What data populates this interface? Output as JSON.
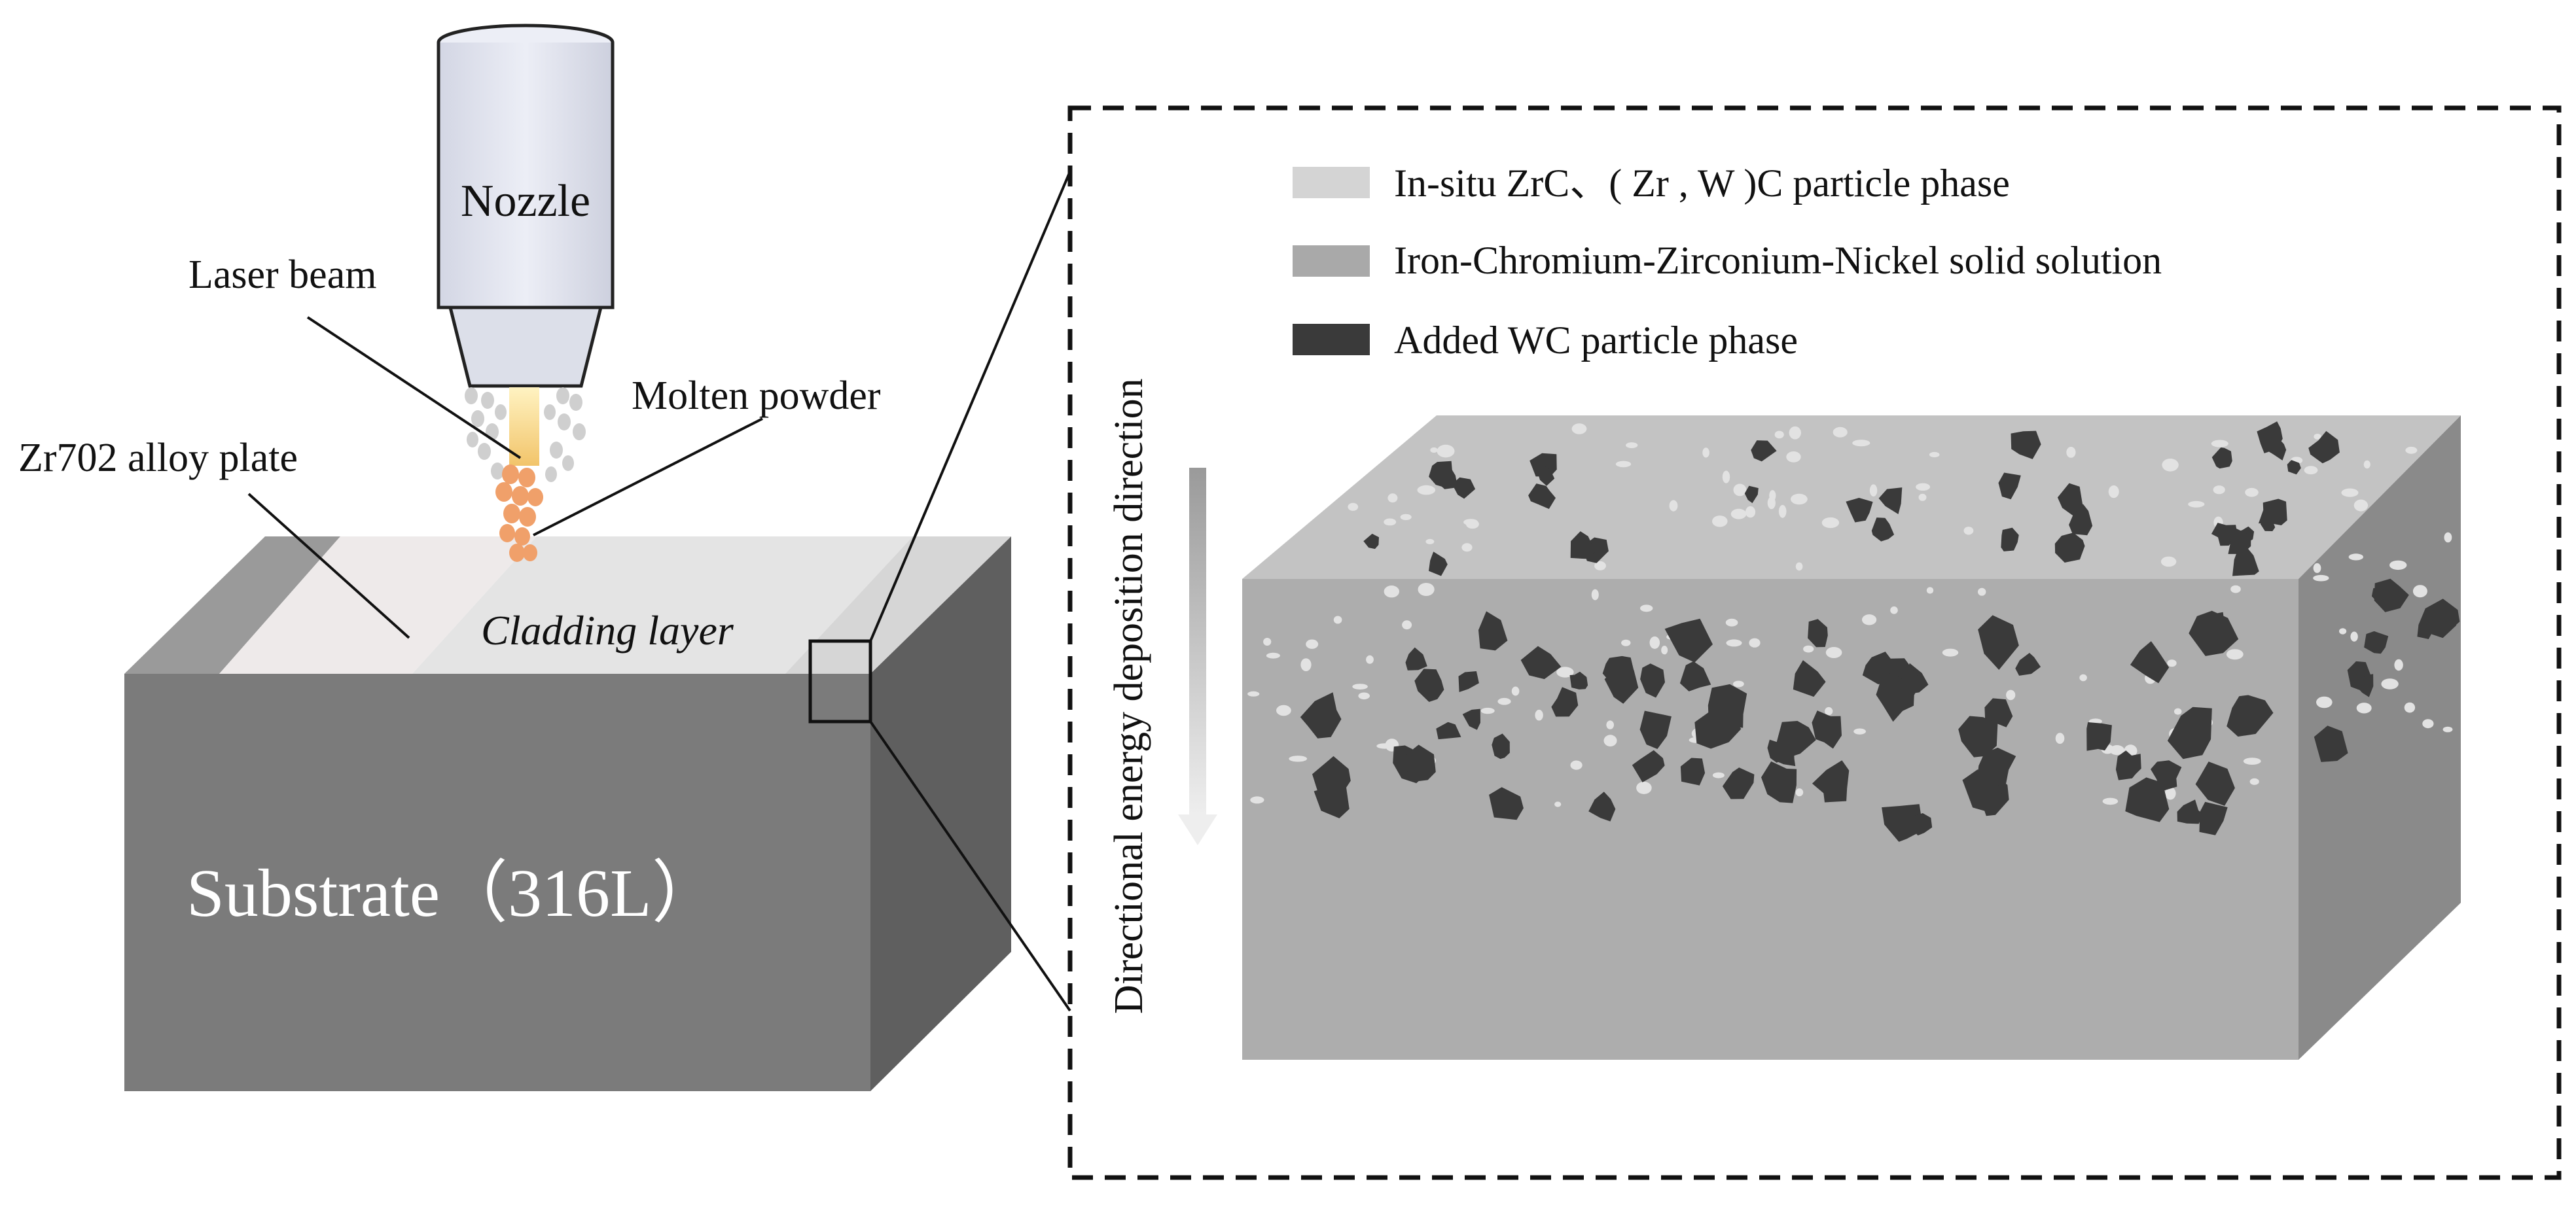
{
  "labels": {
    "nozzle": "Nozzle",
    "laser_beam": "Laser beam",
    "molten_powder": "Molten powder",
    "alloy_plate": "Zr702 alloy plate",
    "cladding_layer": "Cladding layer",
    "substrate": "Substrate（316L）",
    "direction": "Directional energy deposition direction"
  },
  "legend": [
    {
      "label": "In-situ ZrC、( Zr , W )C  particle phase",
      "color": "#d4d4d4"
    },
    {
      "label": "Iron-Chromium-Zirconium-Nickel solid solution",
      "color": "#a9a9a9"
    },
    {
      "label": "Added WC particle phase",
      "color": "#3a3a3a"
    }
  ],
  "colors": {
    "substrate_front": "#7b7b7b",
    "substrate_side": "#5f5f5f",
    "cladding_top": "#e6e6e6",
    "zoom_front": "#adadad",
    "zoom_top": "#c3c3c3",
    "zoom_side": "#8a8a8a",
    "nozzle_body": "#dfe1ec"
  }
}
